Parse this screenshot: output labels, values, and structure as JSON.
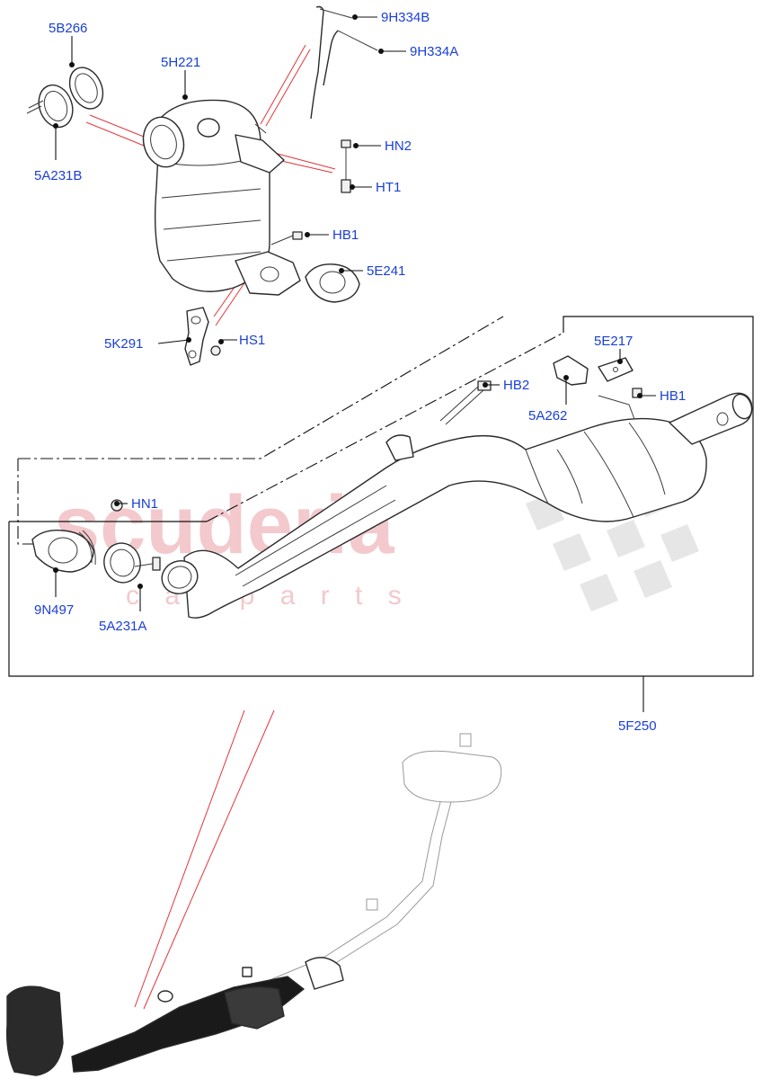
{
  "watermark": {
    "brand": "scuderia",
    "sub": "c a r   p a r t s"
  },
  "callouts": {
    "c_5B266": "5B266",
    "c_5H221": "5H221",
    "c_9H334B": "9H334B",
    "c_9H334A": "9H334A",
    "c_HN2": "HN2",
    "c_HT1": "HT1",
    "c_5A231B": "5A231B",
    "c_HB1_top": "HB1",
    "c_5E241": "5E241",
    "c_5K291": "5K291",
    "c_HS1": "HS1",
    "c_5E217": "5E217",
    "c_HB2": "HB2",
    "c_HB1_right": "HB1",
    "c_5A262": "5A262",
    "c_HN1": "HN1",
    "c_9N497": "9N497",
    "c_5A231A": "5A231A",
    "c_5F250": "5F250"
  },
  "colors": {
    "callout_text": "#1a3fd6",
    "indicator_line": "#e3353b",
    "watermark": "#f3c9cd"
  }
}
